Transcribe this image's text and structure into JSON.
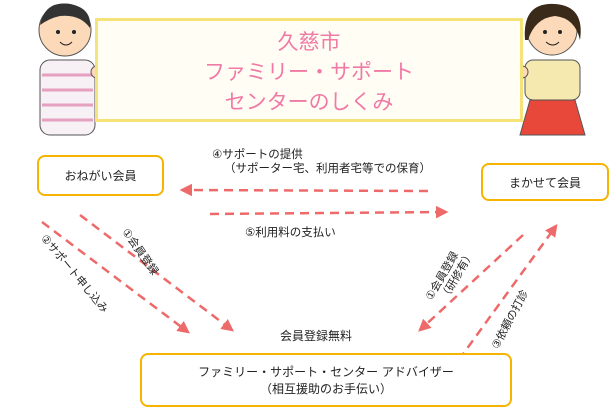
{
  "title": {
    "line1": "久慈市",
    "line2": "ファミリー・サポート",
    "line3": "センターのしくみ"
  },
  "boxes": {
    "requester": "おねがい会員",
    "provider": "まかせて会員",
    "advisor_line1": "ファミリー・サポート・センター アドバイザー",
    "advisor_line2": "（相互援助のお手伝い）"
  },
  "labels": {
    "support_line1": "④サポートの提供",
    "support_line2": "（サポーター宅、利用者宅等での保育）",
    "payment": "⑤利用料の支払い",
    "register_left": "①会員登録",
    "apply": "②サポート申し込み",
    "register_right_line1": "①会員登録",
    "register_right_line2": "（研修有）",
    "request": "③依頼の打診",
    "free": "会員登録無料"
  },
  "colors": {
    "arrow": "#ee5a5a",
    "box_border": "#f6b400",
    "title_text": "#f07aa6",
    "title_border": "#f5e37a"
  }
}
